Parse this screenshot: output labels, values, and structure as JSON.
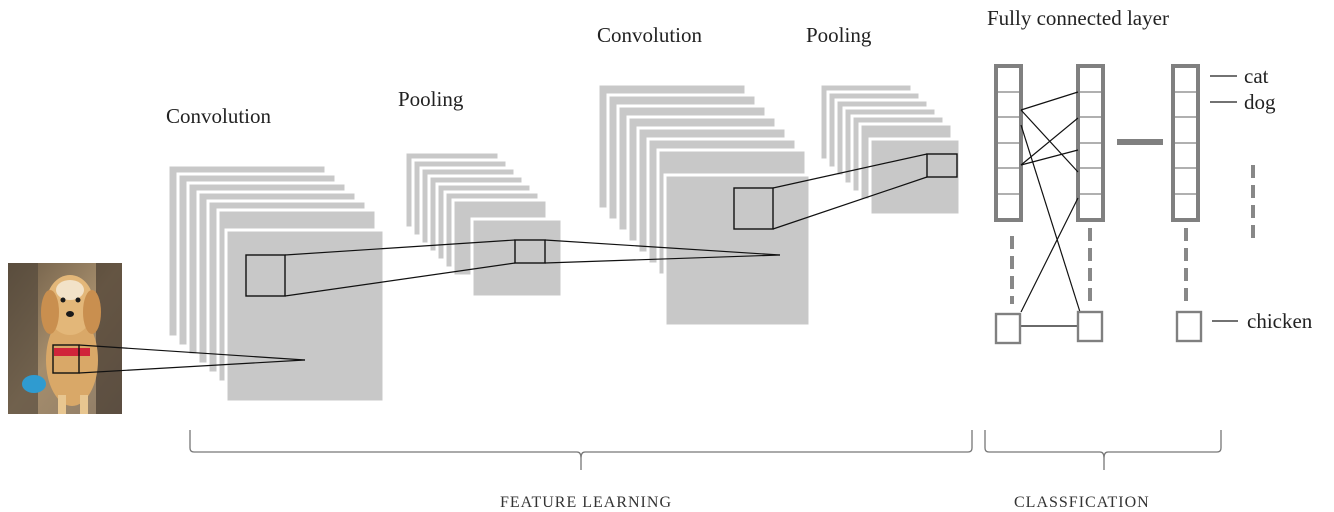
{
  "labels": {
    "convolution_1": "Convolution",
    "pooling_1": "Pooling",
    "convolution_2": "Convolution",
    "pooling_2": "Pooling",
    "fully_connected": "Fully connected layer"
  },
  "outputs": [
    "cat",
    "dog",
    "chicken"
  ],
  "sections": {
    "feature_learning": "FEATURE LEARNING",
    "classification": "CLASSFICATION"
  },
  "colors": {
    "feature_map": "#c8c8c8",
    "fc_stroke": "#808080",
    "lines": "#111111"
  }
}
